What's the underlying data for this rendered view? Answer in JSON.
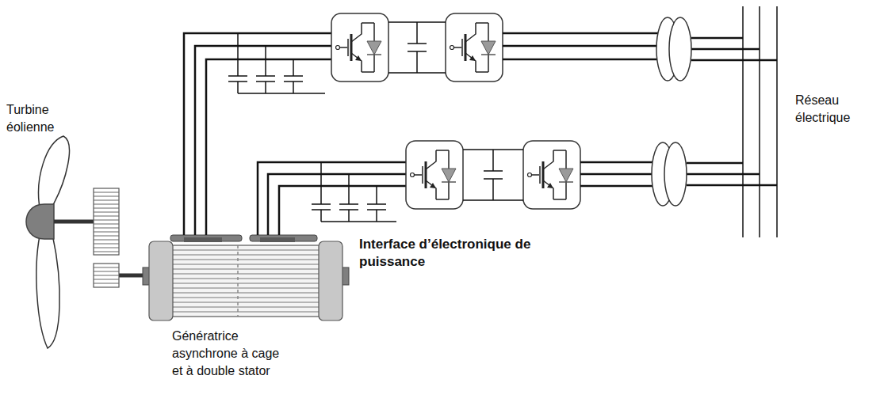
{
  "diagram": {
    "labels": [
      "Turbine éolienne",
      "Réseau électrique",
      "Interface d’électronique de puissance",
      "Génératrice asynchrone à cage et à double stator"
    ]
  }
}
